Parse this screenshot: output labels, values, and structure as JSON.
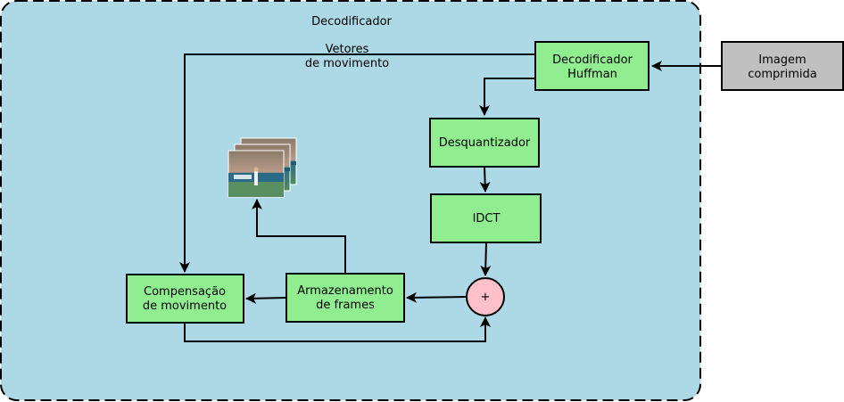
{
  "container": {
    "title": "Decodificador"
  },
  "nodes": {
    "huffman": {
      "line1": "Decodificador",
      "line2": "Huffman"
    },
    "input_image": {
      "line1": "Imagem",
      "line2": "comprimida"
    },
    "dequantizer": {
      "label": "Desquantizador"
    },
    "idct": {
      "label": "IDCT"
    },
    "sum": {
      "label": "+"
    },
    "frame_storage": {
      "line1": "Armazenamento",
      "line2": "de frames"
    },
    "motion_comp": {
      "line1": "Compensação",
      "line2": "de movimento"
    }
  },
  "edge_labels": {
    "motion_vectors": {
      "line1": "Vetores",
      "line2": "de movimento"
    }
  },
  "colors": {
    "container_fill": "#add8e6",
    "block_fill": "#90ee90",
    "input_fill": "#c0c0c0",
    "sum_fill": "#ffc0cb"
  },
  "icons": {
    "frames_stack": "stacked-video-frames-icon"
  }
}
